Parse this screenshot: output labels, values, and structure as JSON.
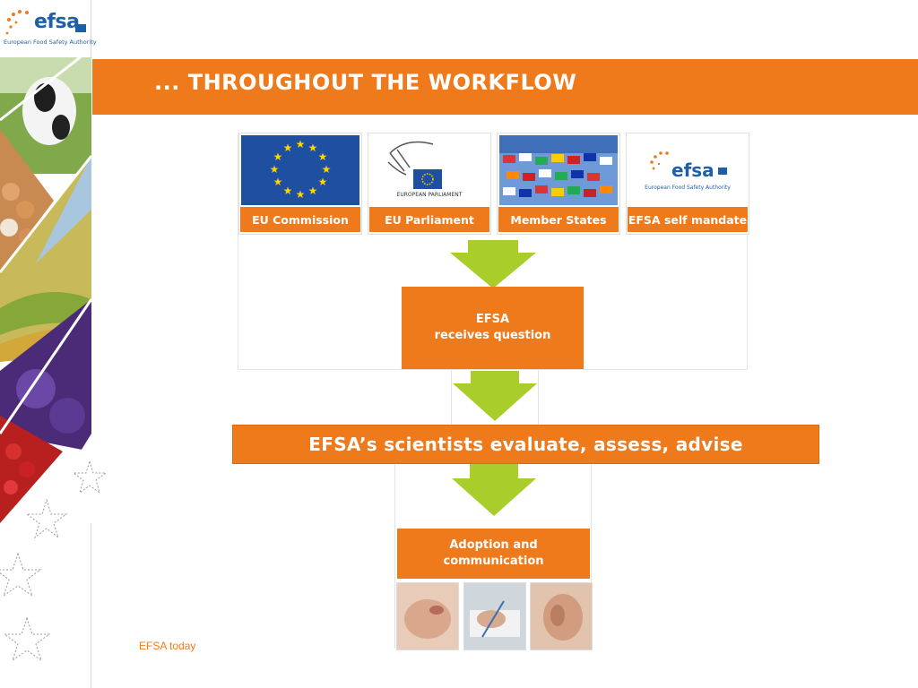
{
  "logo": {
    "name": "efsa",
    "subtitle": "European Food Safety Authority"
  },
  "header": {
    "title": "... THROUGHOUT THE WORKFLOW"
  },
  "sources": [
    {
      "label": "EU Commission",
      "image": "eu-flag"
    },
    {
      "label": "EU Parliament",
      "image": "parliament-logo",
      "caption": "EUROPEAN PARLIAMENT"
    },
    {
      "label": "Member States",
      "image": "flags-photo"
    },
    {
      "label": "EFSA  self mandate",
      "image": "efsa-logo",
      "logo_name": "efsa",
      "logo_subtitle": "European Food Safety Authority"
    }
  ],
  "steps": {
    "receives_line1": "EFSA",
    "receives_line2": "receives question",
    "evaluate": "EFSA’s scientists evaluate, assess, advise",
    "adoption_line1": "Adoption and",
    "adoption_line2": "communication"
  },
  "footer": {
    "text": "EFSA today"
  },
  "colors": {
    "accent": "#ee7a1c",
    "arrow": "#a9cd2a",
    "brand_blue": "#1f5fa8"
  }
}
